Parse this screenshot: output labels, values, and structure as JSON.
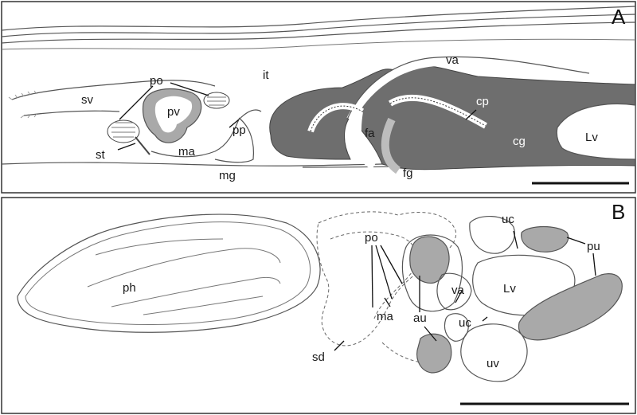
{
  "panels": [
    {
      "id": "A",
      "panel_label": "A",
      "labels": {
        "sv": "sv",
        "po": "po",
        "it": "it",
        "pv": "pv",
        "pp": "pp",
        "st": "st",
        "ma": "ma",
        "mg": "mg",
        "va": "va",
        "cp": "cp",
        "fa": "fa",
        "fg": "fg",
        "cg": "cg",
        "Lv": "Lv"
      }
    },
    {
      "id": "B",
      "panel_label": "B",
      "labels": {
        "ph": "ph",
        "po": "po",
        "ma": "ma",
        "au": "au",
        "va": "va",
        "uc_top": "uc",
        "uc_mid": "uc",
        "pu": "pu",
        "Lv": "Lv",
        "sd": "sd",
        "uv": "uv"
      }
    }
  ],
  "colors": {
    "dark_fill": "#6e6e6e",
    "light_fill": "#bdbdbd",
    "outline": "#555555",
    "frame": "#333333"
  }
}
